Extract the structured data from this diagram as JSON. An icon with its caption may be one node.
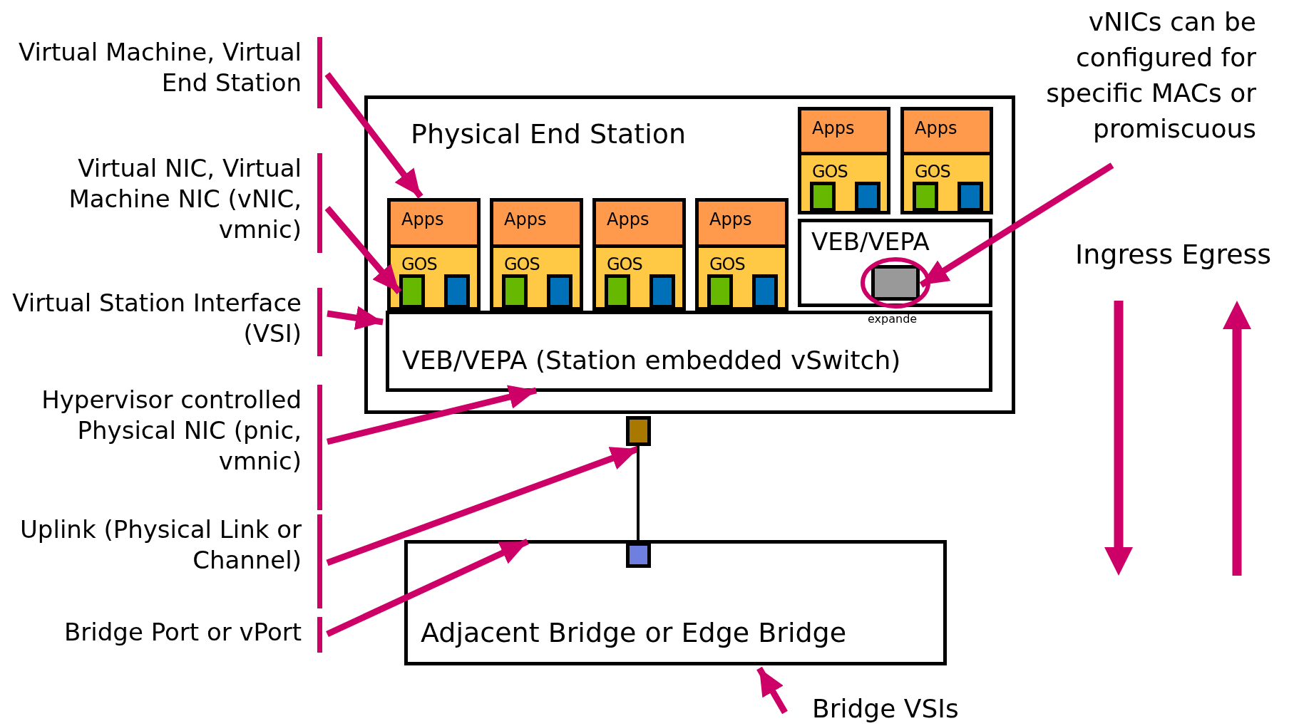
{
  "diagram": {
    "nodes": [
      {
        "text": [
          "Virtual Machine, Virtual End Station"
        ]
      },
      {
        "text": [
          "Virtual NIC, Virtual Machine NIC (vNIC, vmnic)"
        ]
      },
      {
        "text": [
          "Virtual Station Interface (VSI)"
        ]
      },
      {
        "text": [
          "Hypervisor controlled Physical NIC (pnic, vmnic)"
        ]
      },
      {
        "text": [
          "Uplink (Physical Link or Channel)"
        ]
      },
      {
        "text": [
          "Bridge Port or vPort"
        ]
      },
      {
        "text": [
          "vNICs can be configured for specific MACs or promiscuous"
        ]
      },
      {
        "text": [
          "Physical End Station"
        ]
      },
      {
        "text": [
          "VEB/VEPA (Station embedded vSwitch)"
        ],
        "in": 7
      },
      {
        "text": [
          "VEB/VEPA"
        ],
        "in": 7
      },
      {
        "text": [
          "Apps"
        ],
        "in": 7
      },
      {
        "text": [
          "Apps"
        ],
        "in": 7
      },
      {
        "text": [
          "Apps"
        ],
        "in": 7
      },
      {
        "text": [
          "Apps"
        ],
        "in": 7
      },
      {
        "text": [
          "Apps"
        ],
        "in": 7
      },
      {
        "text": [
          "Apps"
        ],
        "in": 7
      },
      {
        "text": [
          "GOS"
        ],
        "in": 7
      },
      {
        "text": [
          "GOS"
        ],
        "in": 7
      },
      {
        "text": [
          "GOS"
        ],
        "in": 7
      },
      {
        "text": [
          "GOS"
        ],
        "in": 7
      },
      {
        "text": [
          "GOS"
        ],
        "in": 7
      },
      {
        "text": [
          "GOS"
        ],
        "in": 7
      },
      {
        "text": [],
        "shape": "box",
        "in": 16
      },
      {
        "text": [],
        "shape": "box",
        "in": 16
      },
      {
        "text": [],
        "shape": "box",
        "in": 17
      },
      {
        "text": [],
        "shape": "box",
        "in": 17
      },
      {
        "text": [],
        "shape": "box",
        "in": 18
      },
      {
        "text": [],
        "shape": "box",
        "in": 18
      },
      {
        "text": [],
        "shape": "box",
        "in": 19
      },
      {
        "text": [],
        "shape": "box",
        "in": 19
      },
      {
        "text": [],
        "shape": "box",
        "in": 20
      },
      {
        "text": [],
        "shape": "box",
        "in": 20
      },
      {
        "text": [],
        "shape": "box",
        "in": 21
      },
      {
        "text": [],
        "shape": "box",
        "in": 21
      },
      {
        "text": [],
        "shape": "box",
        "in": 9
      },
      {
        "text": [],
        "shape": "box"
      },
      {
        "text": [
          "Adjacent Bridge or Edge Bridge"
        ]
      },
      {
        "text": [],
        "shape": "box",
        "in": 36
      },
      {
        "text": [
          "Bridge VSIs"
        ]
      }
    ],
    "edges": [
      {
        "from": 0,
        "to": 10,
        "arrow": "to"
      },
      {
        "from": 1,
        "to": 22,
        "arrow": "to"
      },
      {
        "from": 2,
        "to": 8,
        "arrow": "to"
      },
      {
        "from": 3,
        "to": 8,
        "arrow": "to"
      },
      {
        "from": 4,
        "to": 35,
        "arrow": "to"
      },
      {
        "from": 5,
        "to": 36,
        "arrow": "to"
      },
      {
        "from": 6,
        "to": 34,
        "arrow": "to"
      },
      {
        "from": 38,
        "to": 36,
        "arrow": "to"
      },
      {
        "from": 35,
        "to": 37,
        "arrow": "none",
        "color": "#000000"
      }
    ],
    "labels": [
      "Ingress Egress",
      "expande"
    ]
  }
}
